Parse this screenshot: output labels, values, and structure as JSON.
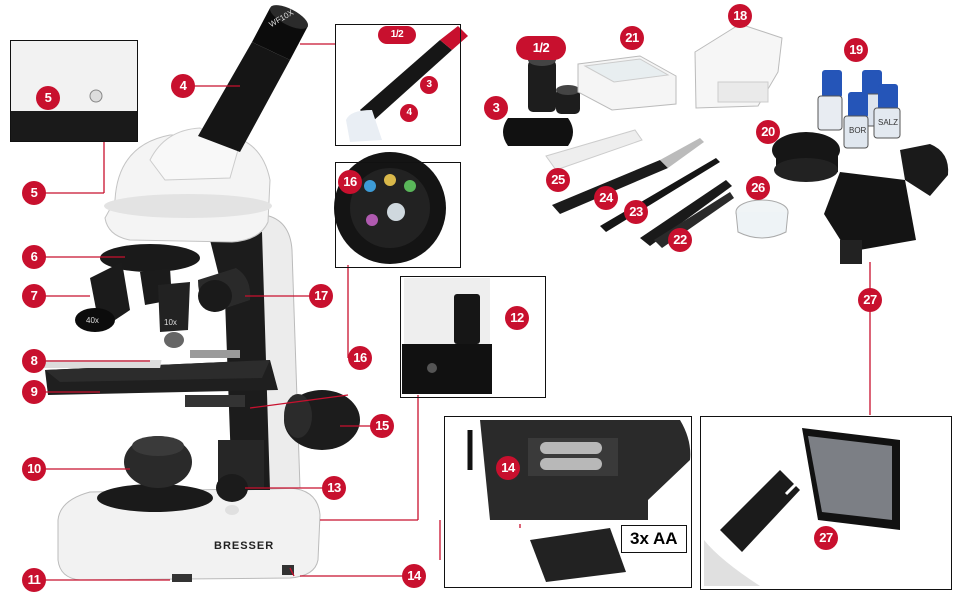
{
  "product": {
    "brand": "BRESSER",
    "eyepiece_mark": "WF10X",
    "obj_mark_mid": "10x",
    "obj_mark_left": "40x",
    "battery_note": "3x AA",
    "vial_text_a": "BOR",
    "vial_text_b": "SALZ"
  },
  "callouts": {
    "c1_2a": "1/2",
    "c1_2b": "1/2",
    "c3a": "3",
    "c3b": "3",
    "c4a": "4",
    "c4b": "4",
    "c5a": "5",
    "c5b": "5",
    "c6": "6",
    "c7": "7",
    "c8": "8",
    "c9": "9",
    "c10": "10",
    "c11": "11",
    "c12": "12",
    "c13": "13",
    "c14a": "14",
    "c14b": "14",
    "c15": "15",
    "c16a": "16",
    "c16b": "16",
    "c17": "17",
    "c18": "18",
    "c19": "19",
    "c20": "20",
    "c21": "21",
    "c22": "22",
    "c23": "23",
    "c24": "24",
    "c25": "25",
    "c26": "26",
    "c27a": "27",
    "c27b": "27"
  }
}
